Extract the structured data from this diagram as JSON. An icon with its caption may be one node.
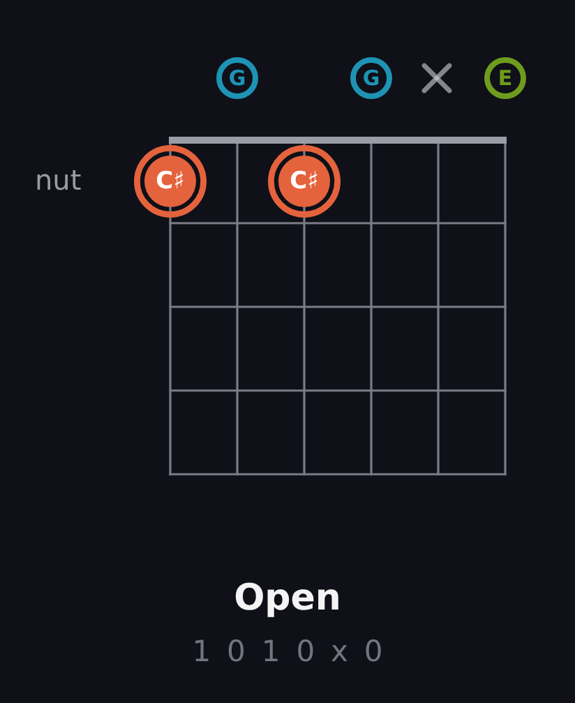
{
  "diagram": {
    "title": "Open",
    "nodes": [
      {
        "text": [
          "G"
        ]
      },
      {
        "text": [
          "G"
        ]
      },
      {
        "text": [
          "E"
        ]
      },
      {
        "text": [
          "C♯"
        ]
      },
      {
        "text": [
          "C♯"
        ]
      }
    ],
    "labels": [
      "nut",
      "1 0 1 0 x 0"
    ]
  }
}
